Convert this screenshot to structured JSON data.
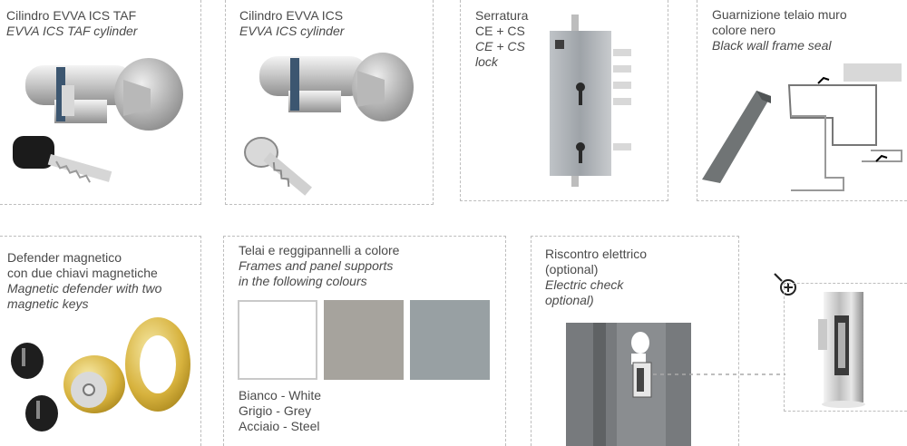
{
  "cards": {
    "taf": {
      "title": "Cilindro EVVA ICS TAF",
      "subtitle": "EVVA ICS TAF cylinder",
      "image_icon": "cylinder-with-knob-and-black-key-icon"
    },
    "ics": {
      "title": "Cilindro EVVA ICS",
      "subtitle": "EVVA ICS cylinder",
      "image_icon": "cylinder-with-knob-and-silver-key-icon"
    },
    "lock": {
      "title": "Serratura",
      "line2": "CE + CS",
      "subtitle_line1": "CE + CS",
      "subtitle_line2": "lock",
      "image_icon": "lock-body-icon"
    },
    "seal": {
      "title_line1": "Guarnizione telaio muro",
      "title_line2": "colore nero",
      "subtitle": "Black wall frame seal",
      "image_icon": "frame-seal-profile-icon"
    },
    "defender": {
      "title_line1": "Defender magnetico",
      "title_line2": "con due chiavi magnetiche",
      "subtitle_line1": "Magnetic defender with two",
      "subtitle_line2": "magnetic keys",
      "image_icon": "magnetic-defender-icon"
    },
    "frames": {
      "title": "Telai e reggipannelli a colore",
      "subtitle_line1": "Frames and panel supports",
      "subtitle_line2": "in the following colours",
      "swatches": [
        {
          "name": "Bianco",
          "en": "White",
          "color": "#ffffff"
        },
        {
          "name": "Grigio",
          "en": "Grey",
          "color": "#a6a39d"
        },
        {
          "name": "Acciaio",
          "en": "Steel",
          "color": "#98a0a3"
        }
      ],
      "sep": " - "
    },
    "electric": {
      "title_line1": "Riscontro elettrico",
      "title_line2": "(optional)",
      "subtitle_line1": "Electric check",
      "subtitle_line2": "optional)",
      "image_icon": "electric-strike-icon"
    },
    "zoom": {
      "image_icon": "zoom-in-icon",
      "detail_icon": "electric-strike-detail-icon"
    }
  },
  "colors": {
    "border": "#bdbdbd",
    "text": "#4a4a4a",
    "white": "#ffffff",
    "grey": "#a6a39d",
    "steel": "#98a0a3"
  }
}
